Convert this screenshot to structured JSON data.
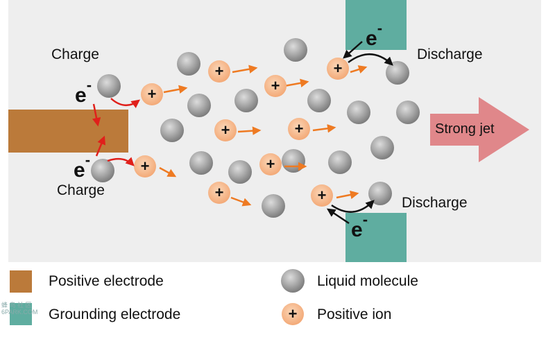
{
  "labels": {
    "charge_top": "Charge",
    "charge_bottom": "Charge",
    "discharge_top": "Discharge",
    "discharge_bottom": "Discharge",
    "electron": "e",
    "electron_sign": "-",
    "strong_jet": "Strong jet",
    "ion_sign": "+"
  },
  "legend": {
    "positive_electrode": "Positive electrode",
    "grounding_electrode": "Grounding electrode",
    "liquid_molecule": "Liquid molecule",
    "positive_ion": "Positive ion"
  },
  "watermark": {
    "line1": "蜂 鸟 社 区",
    "line2": "6PARK.COM"
  },
  "colors": {
    "background": "#eeeeee",
    "positive_electrode": "#bb7a3a",
    "grounding_electrode": "#5fada0",
    "ion_fill": "#f6b98a",
    "molecule_fill": "#9a9a9a",
    "arrow_orange": "#ee7a22",
    "arrow_red": "#e0201b",
    "jet_arrow": "#e0878a"
  }
}
